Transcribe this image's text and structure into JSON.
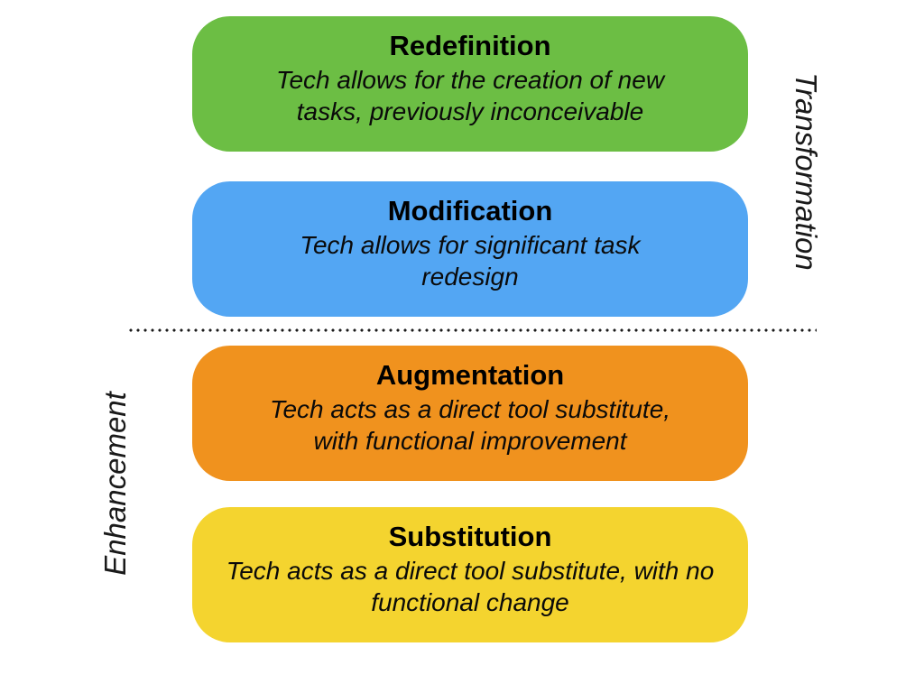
{
  "diagram": {
    "levels": [
      {
        "name": "redefinition",
        "title": "Redefinition",
        "description": "Tech allows for the creation of new\ntasks, previously inconceivable",
        "color": "#6CBE44"
      },
      {
        "name": "modification",
        "title": "Modification",
        "description": "Tech allows for significant task\nredesign",
        "color": "#53A6F3"
      },
      {
        "name": "augmentation",
        "title": "Augmentation",
        "description": "Tech acts as a direct tool substitute,\nwith functional improvement",
        "color": "#F0921E"
      },
      {
        "name": "substitution",
        "title": "Substitution",
        "description": "Tech acts as a direct tool substitute, with no\nfunctional change",
        "color": "#F4D42F"
      }
    ],
    "side_labels": {
      "top_right": "Transformation",
      "bottom_left": "Enhancement"
    },
    "separator_color": "#1a1a1a",
    "text_color": "#000000"
  }
}
